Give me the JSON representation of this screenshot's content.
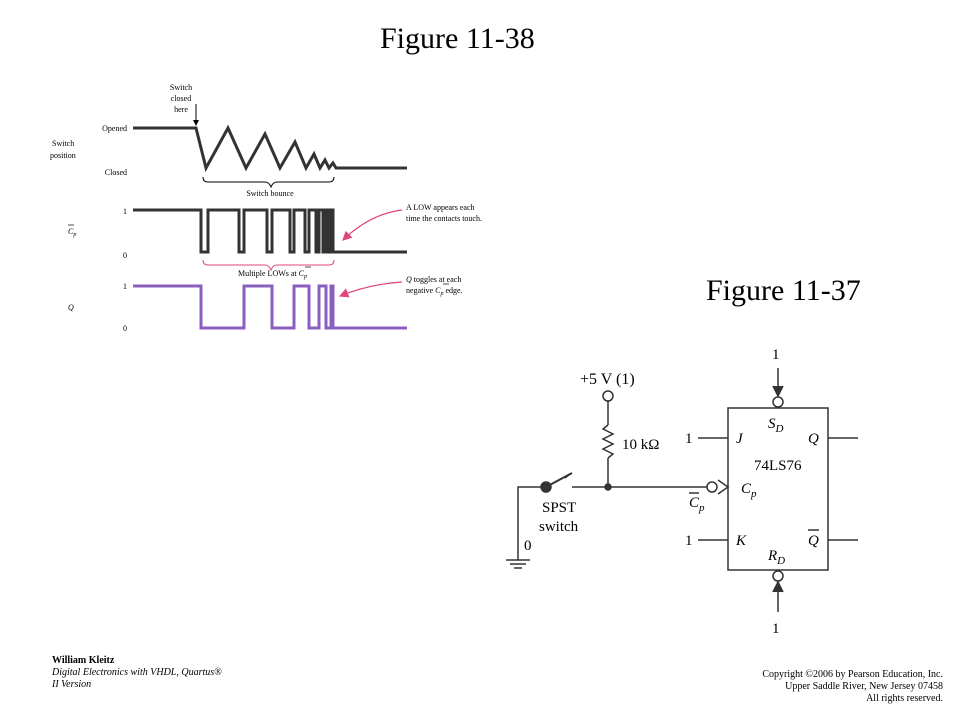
{
  "titles": {
    "fig38": "Figure 11-38",
    "fig37": "Figure 11-37"
  },
  "timing": {
    "switch_closed_note": [
      "Switch",
      "closed",
      "here"
    ],
    "switch_position_label": [
      "Switch",
      "position"
    ],
    "opened": "Opened",
    "closed": "Closed",
    "switch_bounce": "Switch bounce",
    "cp_high": "1",
    "cp_low": "0",
    "q_high": "1",
    "q_low": "0",
    "cp_symbol": "C",
    "cp_sub": "p",
    "q_symbol": "Q",
    "low_note": [
      "A LOW appears each",
      "time the contacts touch."
    ],
    "multiple_lows_prefix": "Multiple LOWs at ",
    "toggle_note_line1": "toggles  at each",
    "toggle_note_line2_prefix": "negative ",
    "toggle_note_line2_suffix": " edge.",
    "q_color": "#8a5fbf",
    "annotation_color": "#e0457b"
  },
  "circuit": {
    "supply_label": "+5 V (1)",
    "resistor_label": "10 kΩ",
    "switch_label": [
      "SPST",
      "switch"
    ],
    "ground_label": "0",
    "chip_name": "74LS76",
    "pin_j_input": "1",
    "pin_k_input": "1",
    "sd_input": "1",
    "rd_input": "1",
    "pin_j": "J",
    "pin_k": "K",
    "pin_q": "Q",
    "pin_qbar": "Q",
    "pin_cp": "C",
    "pin_cp_sub": "p",
    "pin_sd": "S",
    "pin_sd_sub": "D",
    "pin_rd": "R",
    "pin_rd_sub": "D",
    "cp_bar_label": "C",
    "cp_bar_sub": "p"
  },
  "footer": {
    "author": "William Kleitz",
    "book_line1": "Digital Electronics  with VHDL, Quartus®",
    "book_line2": "II Version",
    "copyright": [
      "Copyright ©2006 by Pearson Education, Inc.",
      "Upper Saddle River, New Jersey 07458",
      "All rights reserved."
    ]
  }
}
